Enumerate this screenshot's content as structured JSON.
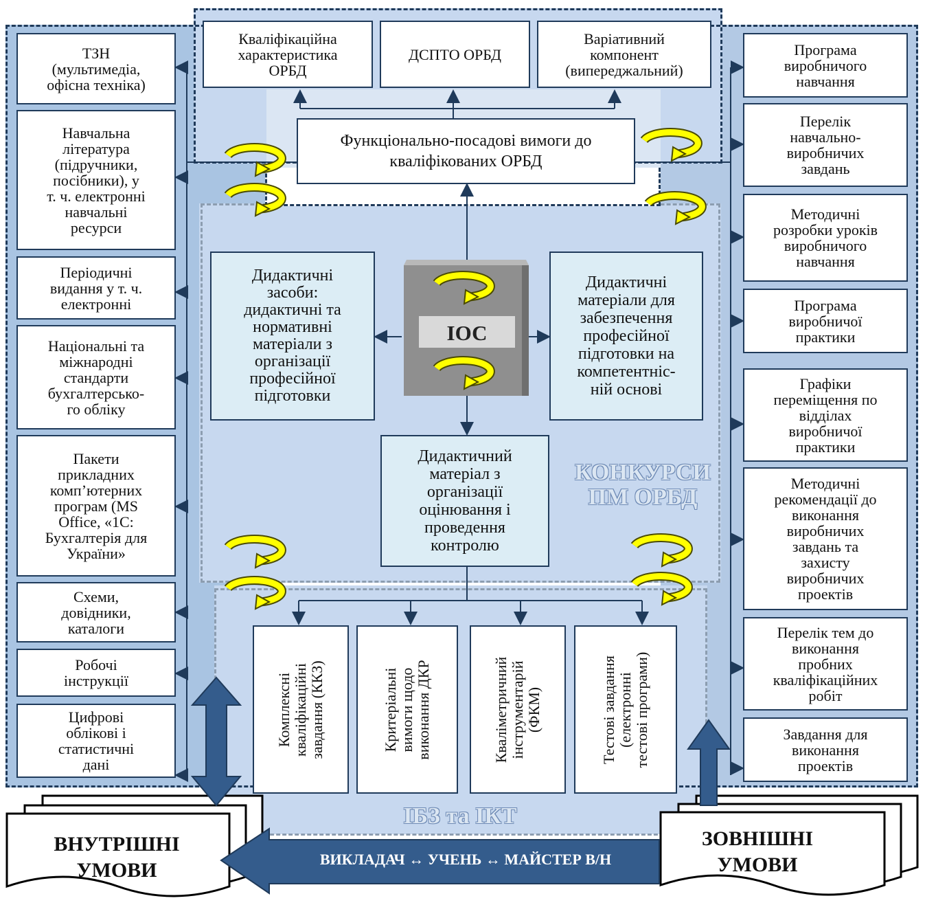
{
  "top": {
    "qualification": "Кваліфікаційна\nхарактеристика\nОРБД",
    "dspto": "ДСПТО ОРБД",
    "variative": "Варіативний\nкомпонент\n(випереджальний)",
    "requirements": "Функціонально-посадові вимоги до\nкваліфікованих ОРБД"
  },
  "center": {
    "ios": "ІОС",
    "didactic_means": "Дидактичні\nзасоби:\nдидактичні та\nнормативні\nматеріали з\nорганізації\nпрофесійної\nпідготовки",
    "didactic_materials": "Дидактичні\nматеріали для\nзабезпечення\nпрофесійної\nпідготовки на\nкомпетентніс-\nній основі",
    "assessment": "Дидактичний\nматеріал з\nорганізації\nоцінювання і\nпроведення\nконтролю",
    "contests": "КОНКУРСИ\nПМ ОРБД",
    "ibz": "ІБЗ та ІКТ"
  },
  "left_items": [
    "ТЗН\n(мультимедіа,\nофісна техніка)",
    "Навчальна\nлітература\n(підручники,\nпосібники), у\nт. ч. електронні\nнавчальні\nресурси",
    "Періодичні\nвидання у т. ч.\nелектронні",
    "Національні та\nміжнародні\nстандарти\nбухгалтерсько-\nго обліку",
    "Пакети\nприкладних\nкомп’ютерних\nпрограм (MS\nOffice, «1С:\nБухгалтерія для\nУкраїни»",
    "Схеми,\nдовідники,\nкаталоги",
    "Робочі\nінструкції",
    "Цифрові\nоблікові і\nстатистичні\nдані"
  ],
  "right_items": [
    "Програма\nвиробничого\nнавчання",
    "Перелік\nнавчально-\nвиробничих\nзавдань",
    "Методичні\nрозробки уроків\nвиробничого\nнавчання",
    "Програма\nвиробничої\nпрактики",
    "Графіки\nпереміщення по\nвідділах\nвиробничої\nпрактики",
    "Методичні\nрекомендації до\nвиконання\nвиробничих\nзавдань та\nзахисту\nвиробничих\nпроектів",
    "Перелік тем до\nвиконання\nпробних\nкваліфікаційних\nробіт",
    "Завдання для\nвиконання\nпроектів"
  ],
  "bottom_items": [
    "Комплексні\nкваліфікаційні\nзавдання (ККЗ)",
    "Критеріальні\nвимоги щодо\nвиконання ДКР",
    "Кваліметричний\nінструментарій\n(ФКМ)",
    "Тестові завдання\n(електронні\nтестові програми)"
  ],
  "footer": {
    "internal": "ВНУТРІШНІ\nУМОВИ",
    "external": "ЗОВНІШНІ\nУМОВИ",
    "interaction": "ВИКЛАДАЧ ↔ УЧЕНЬ ↔ МАЙСТЕР В/Н"
  },
  "colors": {
    "dark_blue": "#345c8c",
    "mid_blue": "#a8c3e0",
    "light_blue": "#c9d9ec",
    "cycle_yellow": "#ffff00"
  }
}
